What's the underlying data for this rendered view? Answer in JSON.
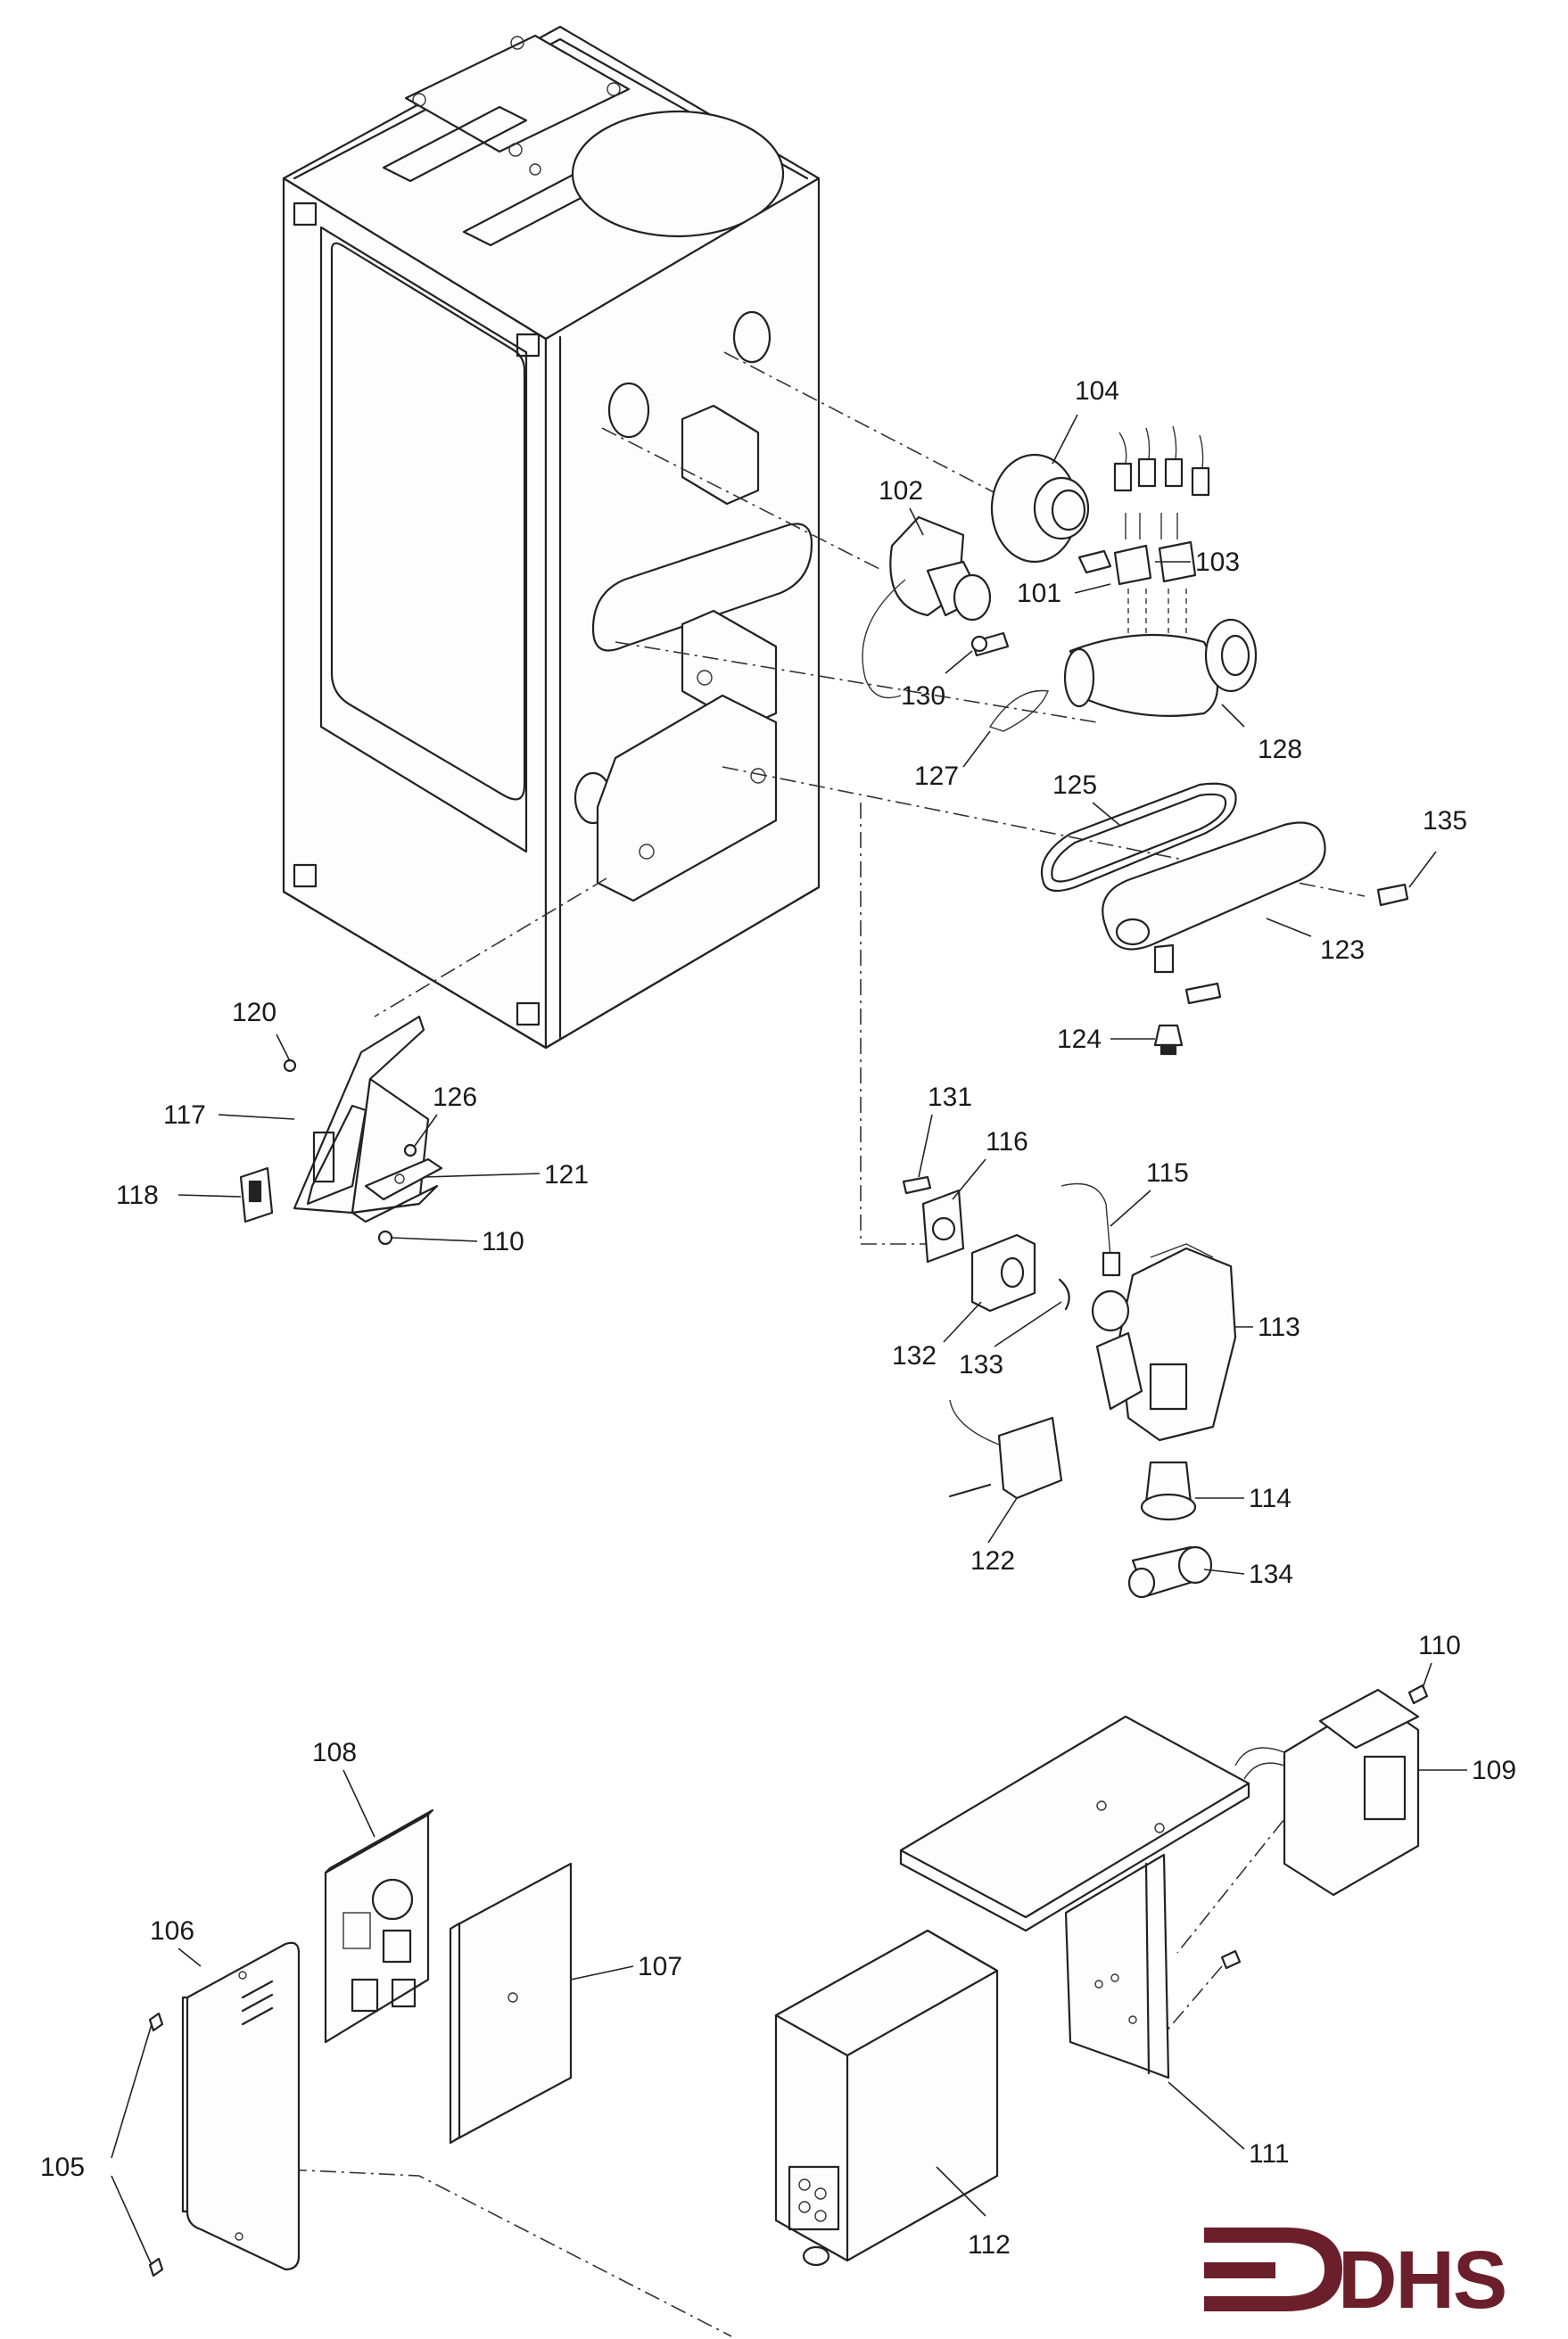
{
  "title": "Exploded parts diagram - heater cabinet components",
  "brand": {
    "name": "DHS",
    "color": "#6b1f2a"
  },
  "colors": {
    "line": "#222222",
    "background": "#ffffff"
  },
  "callouts": {
    "c101": "101",
    "c102": "102",
    "c103": "103",
    "c104": "104",
    "c105": "105",
    "c106": "106",
    "c107": "107",
    "c108": "108",
    "c109": "109",
    "c110a": "110",
    "c110b": "110",
    "c111": "111",
    "c112": "112",
    "c113": "113",
    "c114": "114",
    "c115": "115",
    "c116": "116",
    "c117": "117",
    "c118": "118",
    "c120": "120",
    "c121": "121",
    "c122": "122",
    "c123": "123",
    "c124": "124",
    "c125": "125",
    "c126": "126",
    "c127": "127",
    "c128": "128",
    "c130": "130",
    "c131": "131",
    "c132": "132",
    "c133": "133",
    "c134": "134",
    "c135": "135"
  }
}
